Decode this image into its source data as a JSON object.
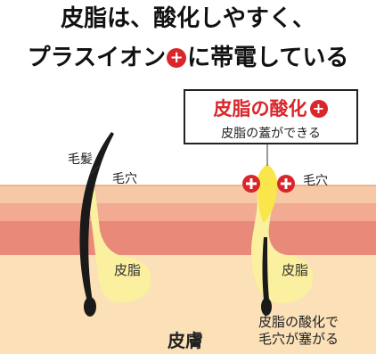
{
  "title": {
    "line1": "皮脂は、酸化しやすく、",
    "line2_before": "プラスイオン",
    "line2_after": "に帯電している",
    "plus_symbol": "+"
  },
  "callout": {
    "title": "皮脂の酸化",
    "plus_symbol": "+",
    "subtitle": "皮脂の蓋ができる"
  },
  "labels": {
    "hair": "毛髪",
    "pore_left": "毛穴",
    "pore_right": "毛穴",
    "sebum_left": "皮脂",
    "sebum_right": "皮脂",
    "skin": "皮膚",
    "note_line1": "皮脂の酸化で",
    "note_line2": "毛穴が塞がる"
  },
  "ions": [
    "+",
    "+"
  ],
  "colors": {
    "plus_red": "#d9262b",
    "skin_top": "#f7c8a6",
    "skin_red": "#e9897a",
    "skin_deep": "#fbe0b8",
    "sebum": "#faf0a0",
    "oxidized": "#f8e64a",
    "hair": "#1a1a1a"
  }
}
